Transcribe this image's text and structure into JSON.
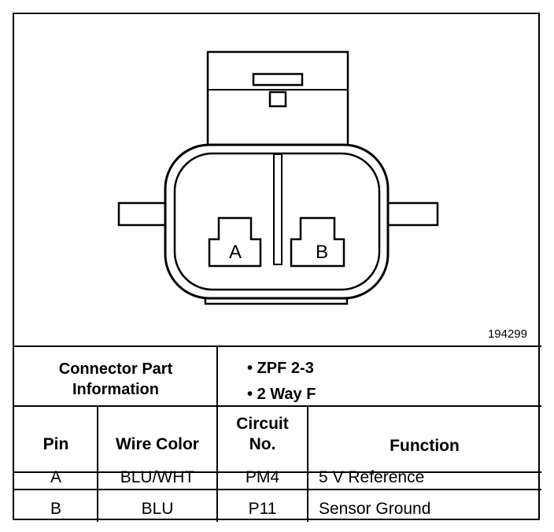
{
  "figure_number": "194299",
  "connector": {
    "pin_labels": [
      "A",
      "B"
    ]
  },
  "part_info": {
    "label": "Connector Part Information",
    "items": [
      "ZPF 2-3",
      "2 Way F"
    ],
    "bullet": "•"
  },
  "table": {
    "headers": {
      "pin": "Pin",
      "wire_color": "Wire Color",
      "circuit_line1": "Circuit",
      "circuit_line2": "No.",
      "function": "Function"
    },
    "rows": [
      {
        "pin": "A",
        "wire_color": "BLU/WHT",
        "circuit": "PM4",
        "function": "5 V Reference"
      },
      {
        "pin": "B",
        "wire_color": "BLU",
        "circuit": "P11",
        "function": "Sensor Ground"
      }
    ]
  }
}
